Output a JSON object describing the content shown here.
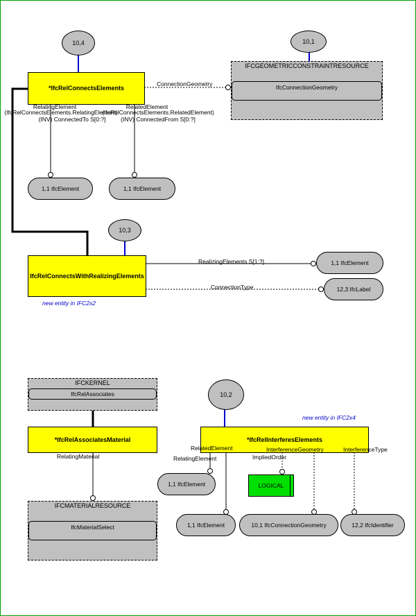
{
  "page_refs": {
    "top_left": "10,4",
    "top_right": "10,1",
    "middle": "10,3",
    "bottom": "10,2"
  },
  "entities": {
    "rel_connects_elements": "*IfcRelConnectsElements",
    "rel_connects_with_realizing": "IfcRelConnectsWithRealizingElements",
    "rel_associates_material": "*IfcRelAssociatesMaterial",
    "rel_interferes": "*IfcRelInterferesElements"
  },
  "schemas": {
    "geometric_constraint": {
      "title": "IFCGEOMETRICCONSTRAINTRESOURCE",
      "item": "IfcConnectionGeometry"
    },
    "kernel": {
      "title": "IFCKERNEL",
      "item": "IfcRelAssociates"
    },
    "material": {
      "title": "IFCMATERIALRESOURCE",
      "item": "IfcMaterialSelect"
    }
  },
  "attributes": {
    "connection_geometry": "ConnectionGeometry",
    "relating_element": "RelatingElement",
    "relating_inverse_1": "(IfcRelConnectsElements.RelatingElement)",
    "relating_inverse_2": "(INV) ConnectedTo S[0:?]",
    "related_element": "RelatedElement",
    "related_inverse_1": "(IfcRelConnectsElements.RelatedElement)",
    "related_inverse_2": "(INV) ConnectedFrom S[0:?]",
    "realizing_elements": "RealizingElements S[1:?]",
    "connection_type": "ConnectionType",
    "relating_material": "RelatingMaterial",
    "related_element_2": "RelatedElement",
    "relating_element_2": "RelatingElement",
    "interference_geometry": "InterferenceGeometry",
    "implied_order": "ImpliedOrder",
    "interference_type": "InterferenceType"
  },
  "targets": {
    "element_a": "1,1 IfcElement",
    "element_b": "1,1 IfcElement",
    "realizing_element": "1,1 IfcElement",
    "label": "12,3 IfcLabel",
    "element_c": "1,1 IfcElement",
    "element_d": "1,1 IfcElement",
    "connection_geometry": "10,1 IfcConnectionGeometry",
    "identifier": "12,2 IfcIdentifier",
    "logical": "LOGICAL"
  },
  "notes": {
    "ifc2x2": "new entity in IFC2x2",
    "ifc2x4": "new entity in IFC2x4"
  },
  "colors": {
    "entity_fill": "#ffff00",
    "schema_fill": "#c0c0c0",
    "page_ref_link": "#0000cc",
    "logical_fill": "#00e000",
    "frame": "#00a000"
  }
}
